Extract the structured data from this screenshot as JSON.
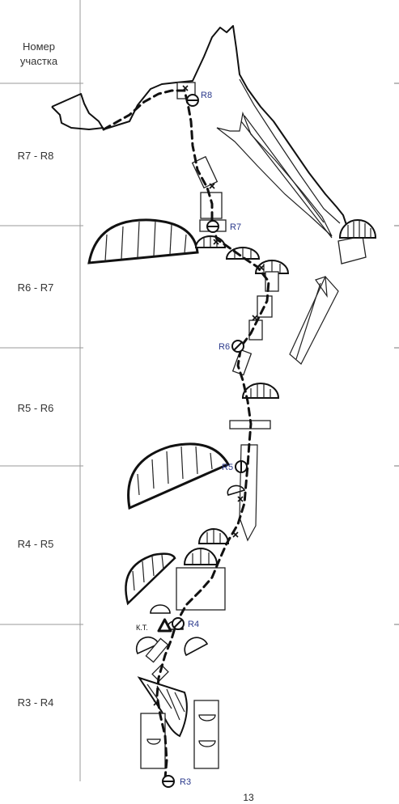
{
  "header": {
    "column_title_line1": "Номер",
    "column_title_line2": "участка"
  },
  "sections": [
    "R7 - R8",
    "R6 - R7",
    "R5 - R6",
    "R4 - R5",
    "R3 - R4"
  ],
  "anchors": [
    "R8",
    "R7",
    "R6",
    "R5",
    "R4",
    "R3"
  ],
  "control_point": "К.Т.",
  "page_number": "13"
}
